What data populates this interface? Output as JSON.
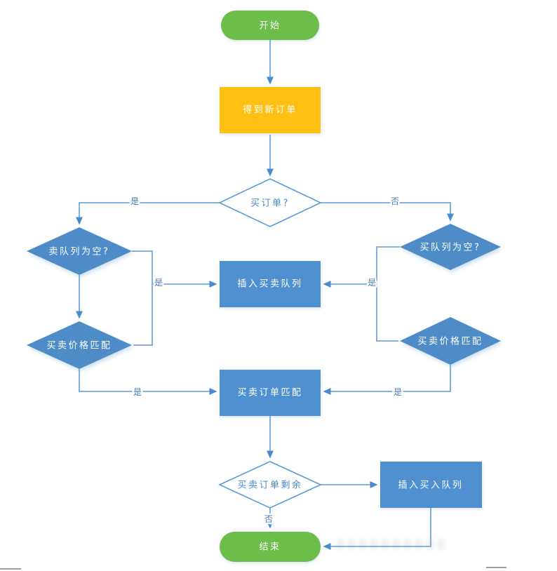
{
  "diagram": {
    "type": "flowchart",
    "language": "zh-CN",
    "nodes": {
      "start": {
        "label": "开始",
        "shape": "terminator"
      },
      "get_order": {
        "label": "得到新订单",
        "shape": "process"
      },
      "buy_order": {
        "label": "买订单?",
        "shape": "decision"
      },
      "sell_queue_empty": {
        "label": "卖队列为空?",
        "shape": "decision"
      },
      "buy_queue_empty": {
        "label": "买队列为空?",
        "shape": "decision"
      },
      "insert_buysell": {
        "label": "插入买卖队列",
        "shape": "process"
      },
      "price_match_left": {
        "label": "买卖价格匹配",
        "shape": "decision"
      },
      "price_match_right": {
        "label": "买卖价格匹配",
        "shape": "decision"
      },
      "order_match": {
        "label": "买卖订单匹配",
        "shape": "process"
      },
      "order_remaining": {
        "label": "买卖订单剩余",
        "shape": "decision"
      },
      "insert_buy": {
        "label": "插入买入队列",
        "shape": "process"
      },
      "end": {
        "label": "结束",
        "shape": "terminator"
      }
    },
    "edge_labels": {
      "buy_order_yes": "是",
      "buy_order_no": "否",
      "sell_queue_empty_yes": "是",
      "buy_queue_empty_yes": "是",
      "price_left_yes": "是",
      "price_right_yes": "是",
      "remaining_no": "否"
    },
    "colors": {
      "terminator_green": "#6cbe4b",
      "process_yellow": "#ffc013",
      "process_blue": "#4f90d0",
      "decision_blue": "#4e8cc8",
      "decision_white": "#ffffff",
      "line_blue": "#74a7dc",
      "arrow_blue": "#4a8bce",
      "label_blue": "#4a7bb0",
      "white_diamond_border": "#5b9bd5"
    }
  }
}
